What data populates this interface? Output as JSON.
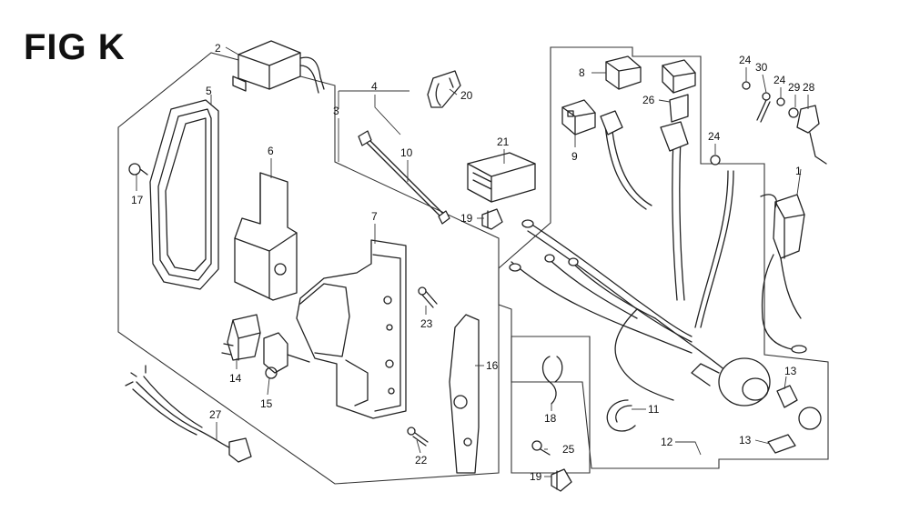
{
  "figure": {
    "title": "FIG K"
  },
  "callouts": [
    {
      "id": "c2",
      "text": "2"
    },
    {
      "id": "c5",
      "text": "5"
    },
    {
      "id": "c3",
      "text": "3"
    },
    {
      "id": "c4",
      "text": "4"
    },
    {
      "id": "c20",
      "text": "20"
    },
    {
      "id": "c6",
      "text": "6"
    },
    {
      "id": "c10",
      "text": "10"
    },
    {
      "id": "c17",
      "text": "17"
    },
    {
      "id": "c21",
      "text": "21"
    },
    {
      "id": "c19a",
      "text": "19"
    },
    {
      "id": "c7",
      "text": "7"
    },
    {
      "id": "c23",
      "text": "23"
    },
    {
      "id": "c14",
      "text": "14"
    },
    {
      "id": "c15",
      "text": "15"
    },
    {
      "id": "c16",
      "text": "16"
    },
    {
      "id": "c27",
      "text": "27"
    },
    {
      "id": "c22",
      "text": "22"
    },
    {
      "id": "c18",
      "text": "18"
    },
    {
      "id": "c25",
      "text": "25"
    },
    {
      "id": "c19b",
      "text": "19"
    },
    {
      "id": "c8",
      "text": "8"
    },
    {
      "id": "c9",
      "text": "9"
    },
    {
      "id": "c26",
      "text": "26"
    },
    {
      "id": "c24a",
      "text": "24"
    },
    {
      "id": "c30",
      "text": "30"
    },
    {
      "id": "c24b",
      "text": "24"
    },
    {
      "id": "c29",
      "text": "29"
    },
    {
      "id": "c28",
      "text": "28"
    },
    {
      "id": "c24c",
      "text": "24"
    },
    {
      "id": "c1",
      "text": "1"
    },
    {
      "id": "c11",
      "text": "11"
    },
    {
      "id": "c12",
      "text": "12"
    },
    {
      "id": "c13a",
      "text": "13"
    },
    {
      "id": "c13b",
      "text": "13"
    }
  ]
}
